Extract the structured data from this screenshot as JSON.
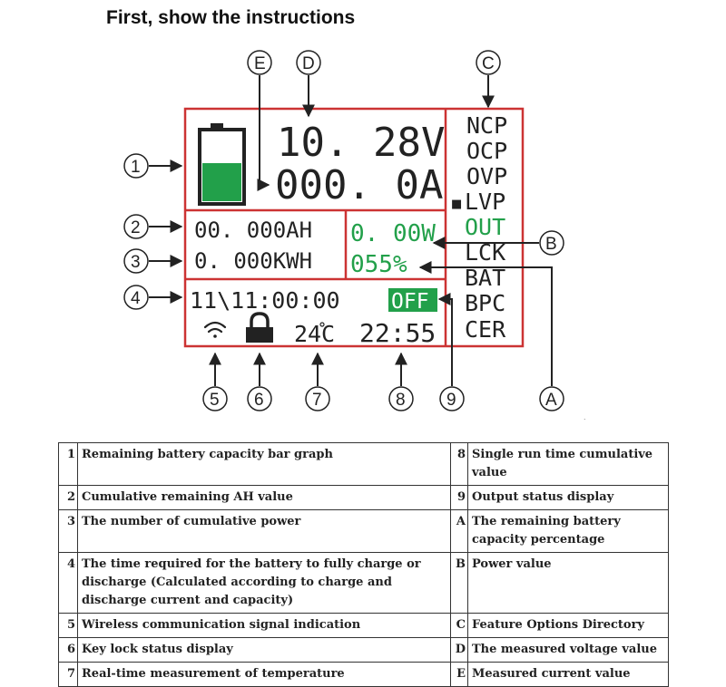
{
  "title": "First, show the instructions",
  "colors": {
    "frame": "#cc3333",
    "green": "#22a04a",
    "ink": "#222222"
  },
  "icons": [
    "battery-icon",
    "wifi-icon",
    "lock-icon"
  ],
  "screen": {
    "voltage": "10. 28V",
    "current": "000. 0A",
    "ah": "00. 000AH",
    "kwh": "0. 000KWH",
    "power": "0. 00W",
    "percent": "055%",
    "time": "11\\11:00:00",
    "status": "OFF",
    "temperature": "24",
    "clock": "22:55",
    "battery_level": 0.55,
    "menu_marker": "■",
    "menu": [
      "NCP",
      "OCP",
      "OVP",
      "LVP",
      "OUT",
      "LCK",
      "BAT",
      "BPC",
      "CER"
    ]
  },
  "callouts": {
    "numbers": [
      "1",
      "2",
      "3",
      "4",
      "5",
      "6",
      "7",
      "8",
      "9"
    ],
    "letters": [
      "A",
      "B",
      "C",
      "D",
      "E"
    ]
  },
  "legend": [
    {
      "n": "1",
      "text": "Remaining battery capacity bar graph",
      "n2": "8",
      "text2": "Single run time cumulative value"
    },
    {
      "n": "2",
      "text": "Cumulative remaining AH value",
      "n2": "9",
      "text2": "Output status display"
    },
    {
      "n": "3",
      "text": "The number of cumulative power",
      "n2": "A",
      "text2": "The remaining battery capacity percentage"
    },
    {
      "n": "4",
      "text": "The time required for the battery to fully charge or discharge (Calculated according to charge and discharge current and capacity)",
      "n2": "B",
      "text2": "Power value"
    },
    {
      "n": "5",
      "text": "Wireless communication signal indication",
      "n2": "C",
      "text2": "Feature Options Directory"
    },
    {
      "n": "6",
      "text": "Key lock status display",
      "n2": "D",
      "text2": "The measured voltage value"
    },
    {
      "n": "7",
      "text": "Real-time measurement of temperature",
      "n2": "E",
      "text2": "Measured current value"
    }
  ]
}
